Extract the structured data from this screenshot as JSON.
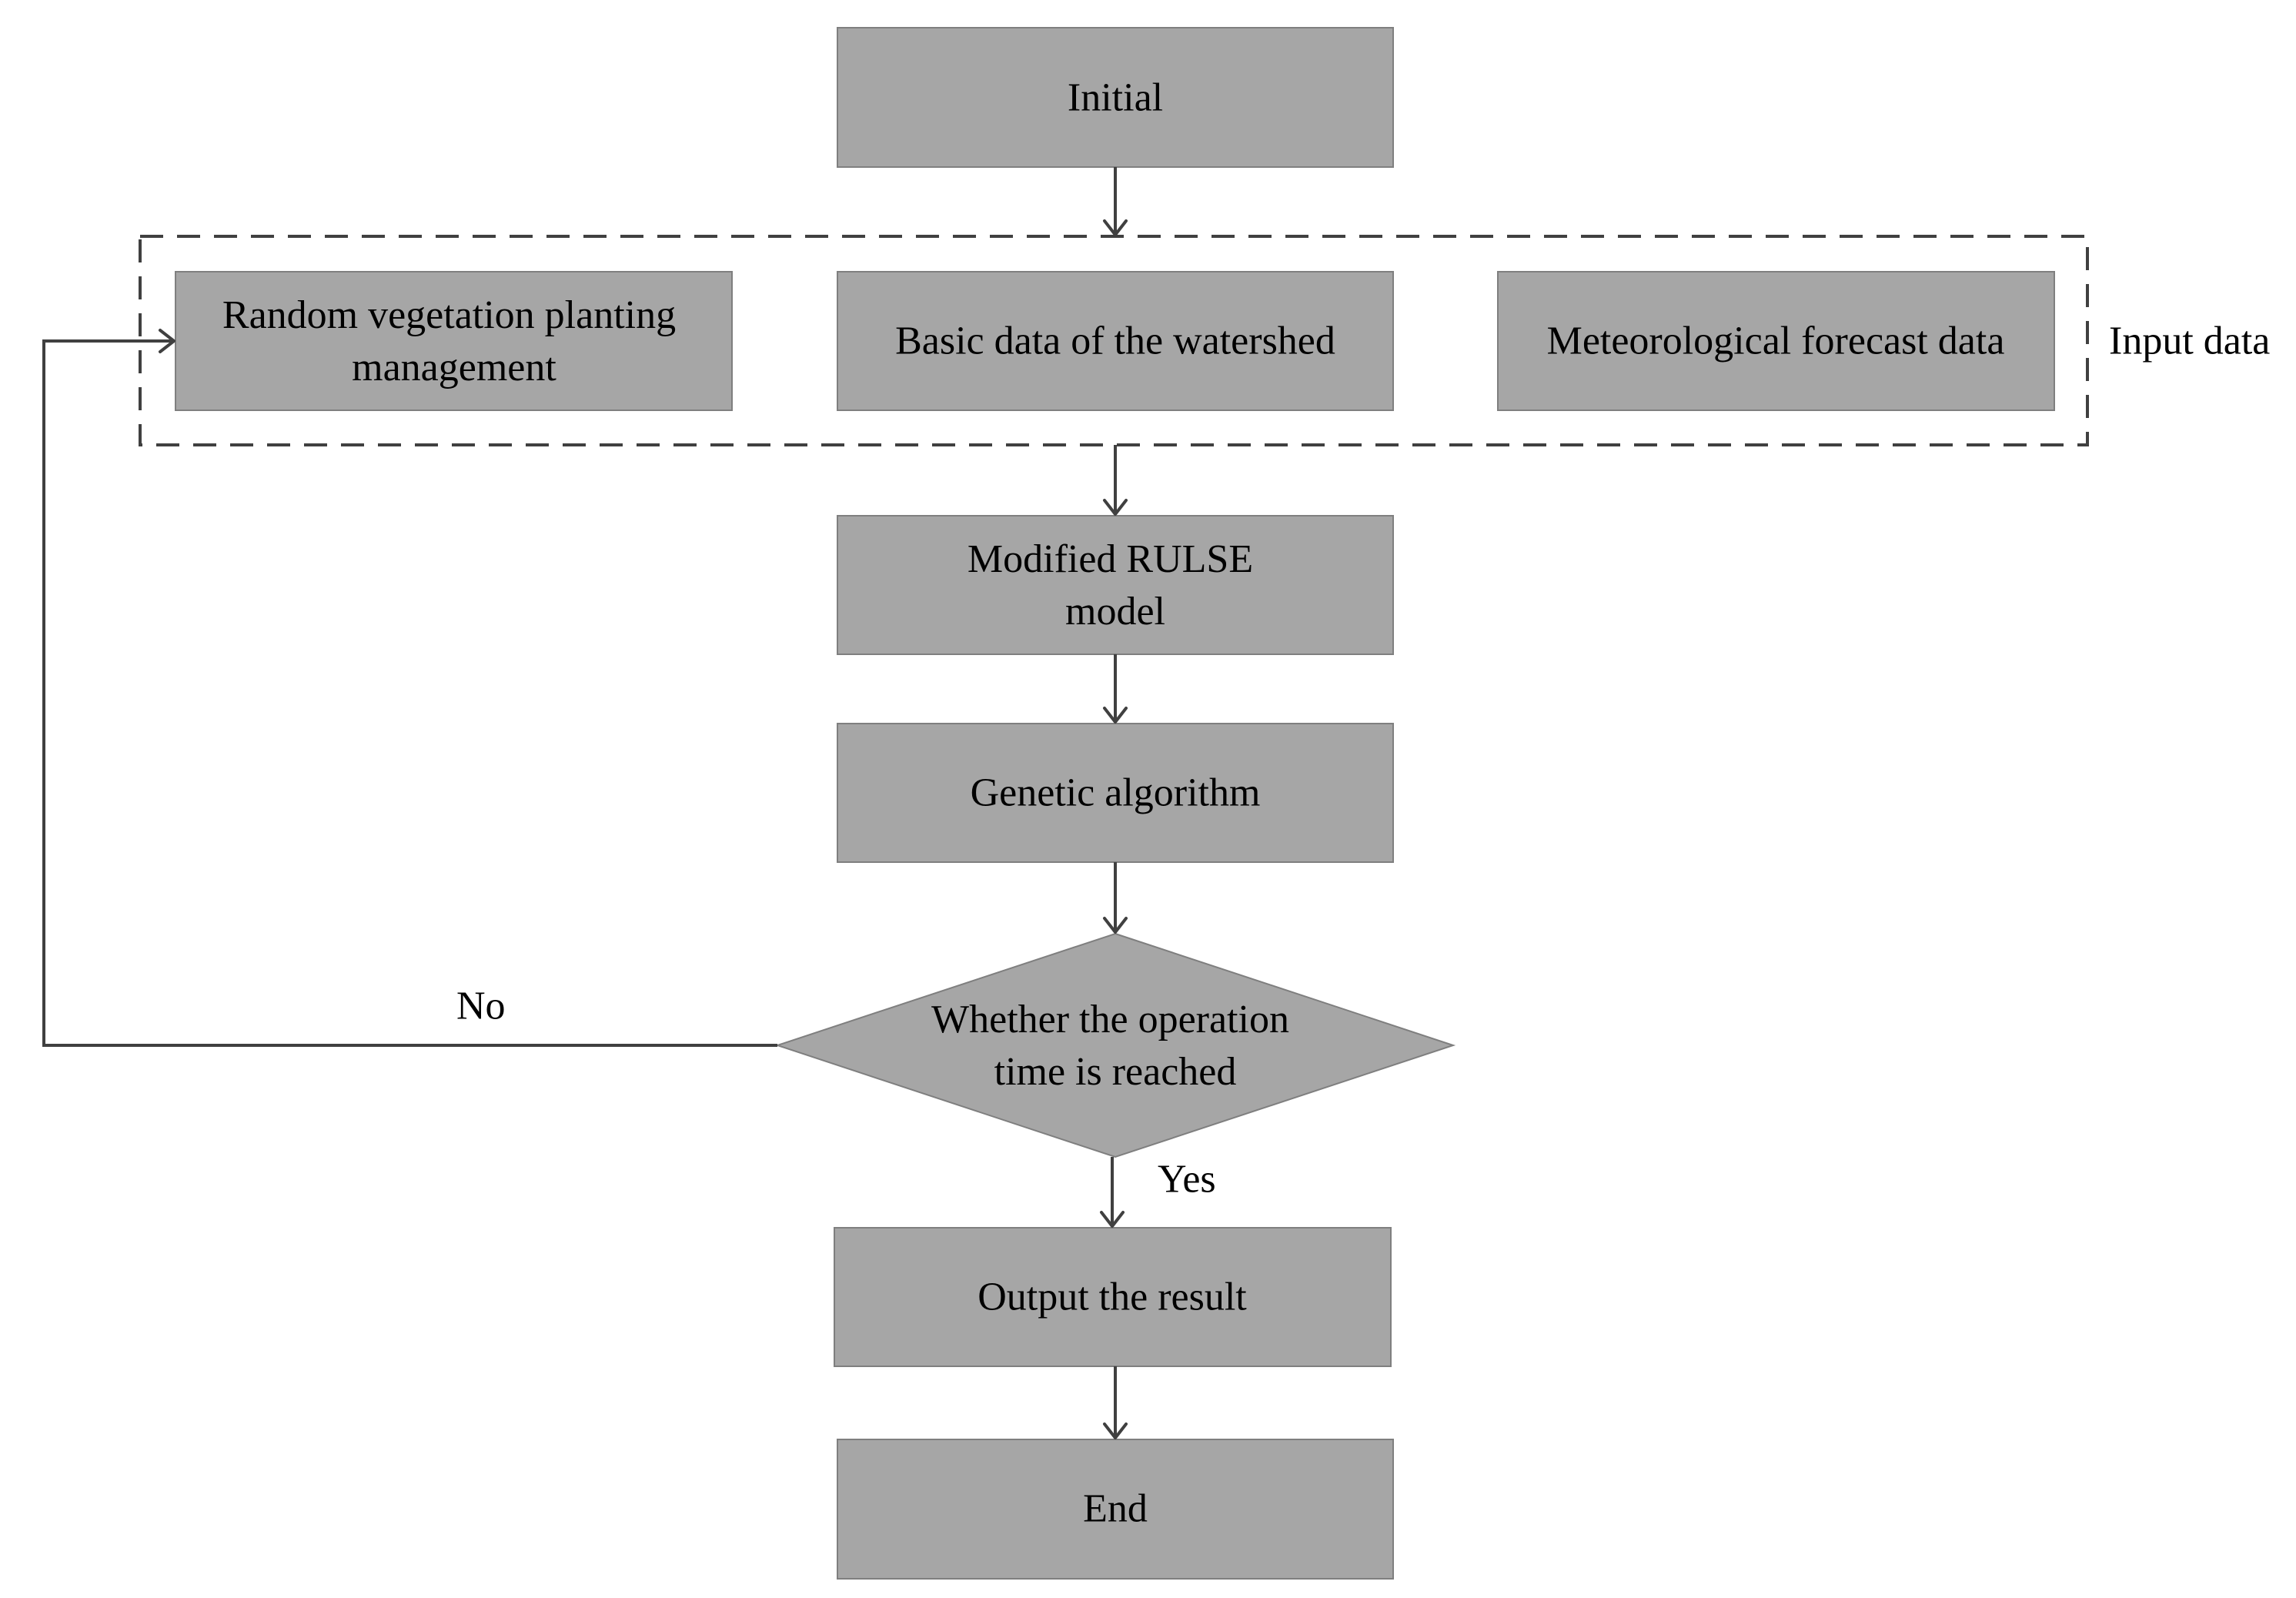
{
  "nodes": {
    "initial": "Initial",
    "random_vegetation": [
      "Random vegetation planting",
      "management"
    ],
    "basic_data": "Basic data of the watershed",
    "meteorological": "Meteorological forecast data",
    "modified_rulse": [
      "Modified RULSE",
      "model"
    ],
    "genetic_algorithm": "Genetic algorithm",
    "decision": [
      "Whether the operation",
      "time is reached"
    ],
    "output": "Output the result",
    "end": "End"
  },
  "group_label": "Input data",
  "edge_labels": {
    "no": "No",
    "yes": "Yes"
  },
  "colors": {
    "box_fill": "#a6a6a6",
    "box_stroke": "#7f7f7f",
    "line": "#404040"
  }
}
